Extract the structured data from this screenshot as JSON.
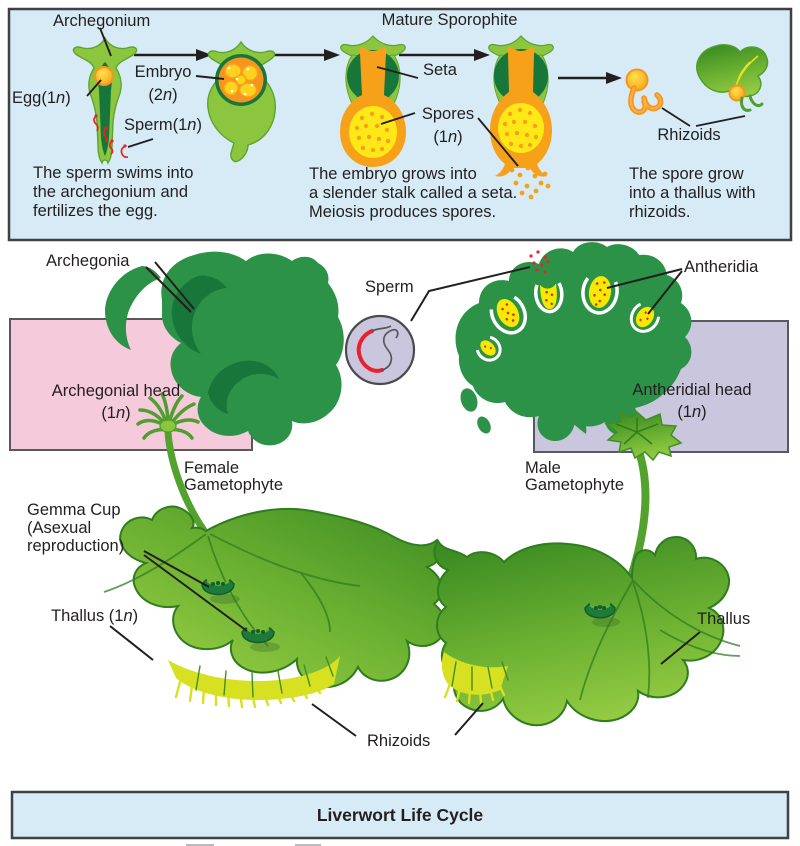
{
  "colors": {
    "panel_bg": "#d6ebf5",
    "panel_border": "#414042",
    "green_light": "#8cc63f",
    "green_mid": "#2b9247",
    "green_dark": "#17763a",
    "orange": "#f7a11a",
    "yellow": "#ffe817",
    "antheridium_yellow": "#f3ea00",
    "sperm_red": "#e8222d",
    "pink_box": "#f5cadb",
    "lavender_box": "#c9c6de",
    "rhizoid_yellow": "#d7e021",
    "text": "#231f20"
  },
  "top_panel": {
    "stage_labels": {
      "archegonium": "Archegonium",
      "egg": "Egg(1n)",
      "embryo": "Embryo\n(2n)",
      "sperm": "Sperm(1n)",
      "mature_sporophyte": "Mature Sporophite",
      "seta": "Seta",
      "spores": "Spores\n(1n)",
      "rhizoids": "Rhizoids"
    },
    "captions": {
      "fertilization": "The sperm swims into\nthe archegonium and\nfertilizes the egg.",
      "seta_growth": "The embryo grows into\na slender stalk called a seta.\nMeiosis produces spores.",
      "spore_growth": "The spore grow\ninto a thallus with\nrhizoids."
    }
  },
  "middle": {
    "archegonia": "Archegonia",
    "archegonial_head": "Archegonial head\n(1n)",
    "sperm": "Sperm",
    "antheridia": "Antheridia",
    "antheridial_head": "Antheridial head\n(1n)",
    "female_gametophyte": "Female\nGametophyte",
    "male_gametophyte": "Male\nGametophyte"
  },
  "bottom": {
    "gemma_cup": "Gemma Cup\n(Asexual\nreproduction)",
    "thallus_left": "Thallus (1n)",
    "thallus_right": "Thallus",
    "rhizoids": "Rhizoids"
  },
  "footer": {
    "title": "Liverwort Life Cycle"
  }
}
